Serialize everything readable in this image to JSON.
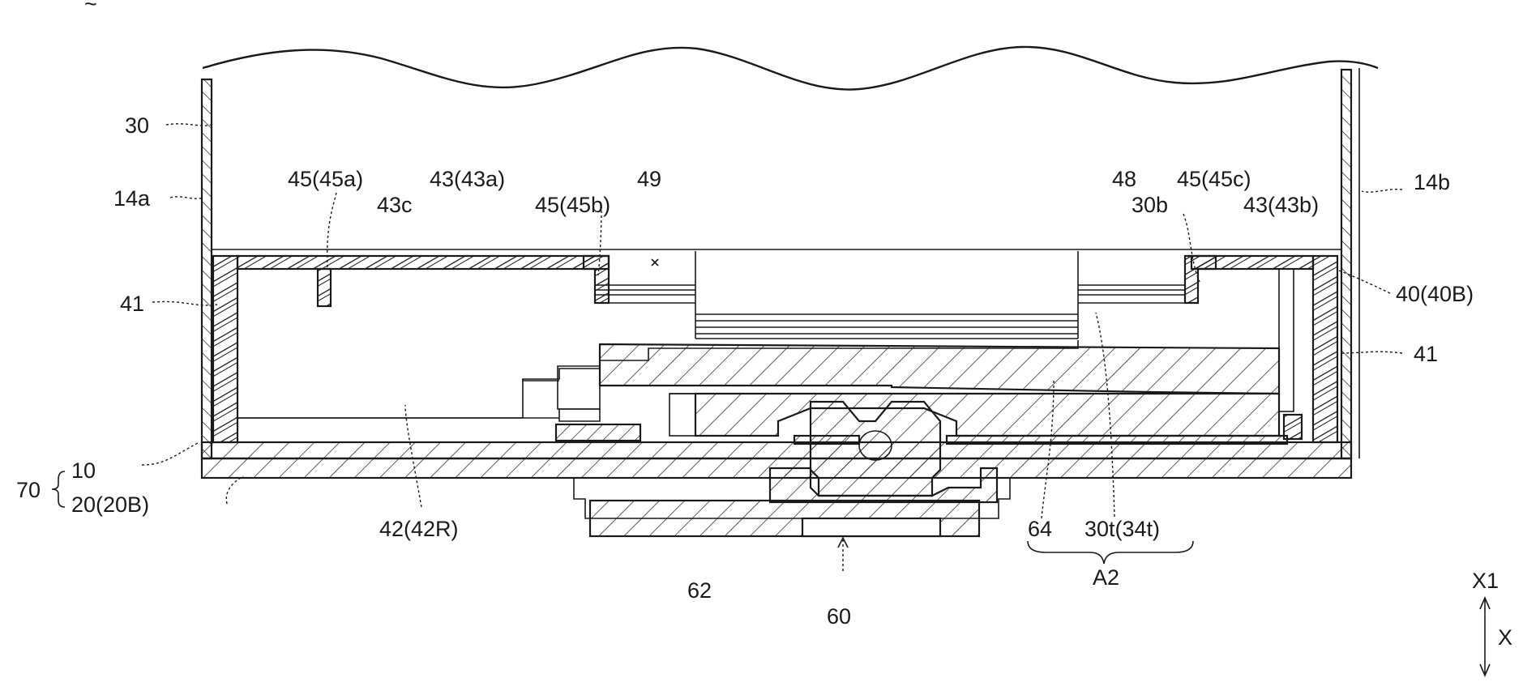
{
  "figure": {
    "mark": "~",
    "labels": {
      "l30": "30",
      "l14a": "14a",
      "l14b": "14b",
      "l45a": "45(45a)",
      "l43a": "43(43a)",
      "l43c": "43c",
      "l45b": "45(45b)",
      "l49": "49",
      "l48": "48",
      "l45c": "45(45c)",
      "l30b": "30b",
      "l43b": "43(43b)",
      "l41_left": "41",
      "l40": "40(40B)",
      "l41_right": "41",
      "l70": "70",
      "l10": "10",
      "l20": "20(20B)",
      "l42": "42(42R)",
      "l64": "64",
      "l30t": "30t(34t)",
      "lA2": "A2",
      "l62": "62",
      "l60": "60",
      "lX1": "X1",
      "lX": "X"
    }
  }
}
